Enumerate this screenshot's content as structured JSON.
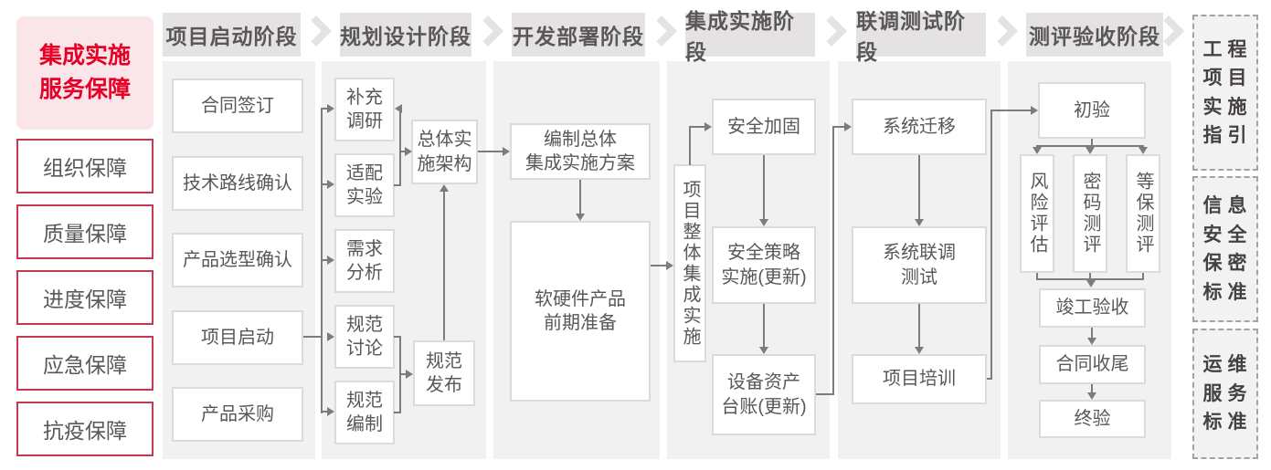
{
  "sidebar": {
    "title": "集成实施\n服务保障",
    "items": [
      "组织保障",
      "质量保障",
      "进度保障",
      "应急保障",
      "抗疫保障"
    ]
  },
  "phases": [
    "项目启动阶段",
    "规划设计阶段",
    "开发部署阶段",
    "集成实施阶段",
    "联调测试阶段",
    "测评验收阶段"
  ],
  "p1": [
    "合同签订",
    "技术路线确认",
    "产品选型确认",
    "项目启动",
    "产品采购"
  ],
  "p2": {
    "steps": [
      "补充\n调研",
      "适配\n实验",
      "需求\n分析",
      "规范\n讨论",
      "规范\n编制"
    ],
    "arch": "总体实\n施架构",
    "publish": "规范\n发布"
  },
  "p3": {
    "plan": "编制总体\n集成实施方案",
    "prep": "软硬件产品\n前期准备"
  },
  "p4": {
    "overall": "项目整体集成实施",
    "steps": [
      "安全加固",
      "安全策略\n实施(更新)",
      "设备资产\n台账(更新)"
    ]
  },
  "p5": {
    "steps": [
      "系统迁移",
      "系统联调\n测试",
      "项目培训"
    ]
  },
  "p6": {
    "top": "初验",
    "evals": [
      "风险评估",
      "密码测评",
      "等保测评"
    ],
    "bottom": [
      "竣工验收",
      "合同收尾",
      "终验"
    ]
  },
  "legend": [
    "工程\n项目\n实施\n指引",
    "信息\n安全\n保密\n标准",
    "运维\n服务\n标准"
  ],
  "colors": {
    "accent_red": "#e60027",
    "red_border": "#c93a52",
    "pink_panel": "#fae6e9",
    "panel_gray": "#f2f1f1",
    "header_gray": "#e4e2e2",
    "text_gray": "#595757",
    "line_gray": "#7c7c7c"
  }
}
